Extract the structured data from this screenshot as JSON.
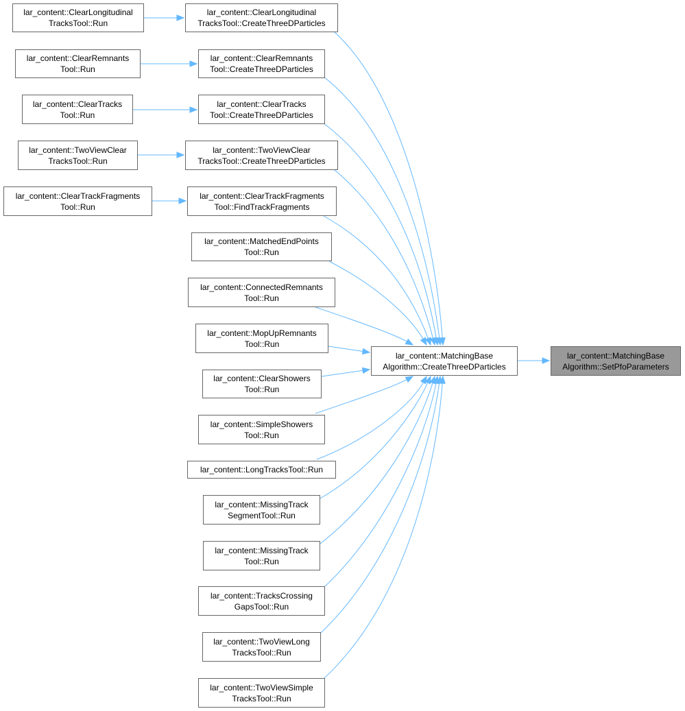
{
  "target": {
    "lines": [
      "lar_content::MatchingBase",
      "Algorithm::SetPfoParameters"
    ]
  },
  "center": {
    "lines": [
      "lar_content::MatchingBase",
      "Algorithm::CreateThreeDParticles"
    ]
  },
  "level2": [
    {
      "lines": [
        "lar_content::ClearLongitudinal",
        "TracksTool::CreateThreeDParticles"
      ]
    },
    {
      "lines": [
        "lar_content::ClearRemnants",
        "Tool::CreateThreeDParticles"
      ]
    },
    {
      "lines": [
        "lar_content::ClearTracks",
        "Tool::CreateThreeDParticles"
      ]
    },
    {
      "lines": [
        "lar_content::TwoViewClear",
        "TracksTool::CreateThreeDParticles"
      ]
    },
    {
      "lines": [
        "lar_content::ClearTrackFragments",
        "Tool::FindTrackFragments"
      ]
    },
    {
      "lines": [
        "lar_content::MatchedEndPoints",
        "Tool::Run"
      ]
    },
    {
      "lines": [
        "lar_content::ConnectedRemnants",
        "Tool::Run"
      ]
    },
    {
      "lines": [
        "lar_content::MopUpRemnants",
        "Tool::Run"
      ]
    },
    {
      "lines": [
        "lar_content::ClearShowers",
        "Tool::Run"
      ]
    },
    {
      "lines": [
        "lar_content::SimpleShowers",
        "Tool::Run"
      ]
    },
    {
      "lines": [
        "lar_content::LongTracksTool::Run"
      ]
    },
    {
      "lines": [
        "lar_content::MissingTrack",
        "SegmentTool::Run"
      ]
    },
    {
      "lines": [
        "lar_content::MissingTrack",
        "Tool::Run"
      ]
    },
    {
      "lines": [
        "lar_content::TracksCrossing",
        "GapsTool::Run"
      ]
    },
    {
      "lines": [
        "lar_content::TwoViewLong",
        "TracksTool::Run"
      ]
    },
    {
      "lines": [
        "lar_content::TwoViewSimple",
        "TracksTool::Run"
      ]
    }
  ],
  "level1": [
    {
      "lines": [
        "lar_content::ClearLongitudinal",
        "TracksTool::Run"
      ]
    },
    {
      "lines": [
        "lar_content::ClearRemnants",
        "Tool::Run"
      ]
    },
    {
      "lines": [
        "lar_content::ClearTracks",
        "Tool::Run"
      ]
    },
    {
      "lines": [
        "lar_content::TwoViewClear",
        "TracksTool::Run"
      ]
    },
    {
      "lines": [
        "lar_content::ClearTrackFragments",
        "Tool::Run"
      ]
    }
  ],
  "colors": {
    "edge": "#63b8ff",
    "node_border": "#666666",
    "current_fill": "#999999"
  }
}
